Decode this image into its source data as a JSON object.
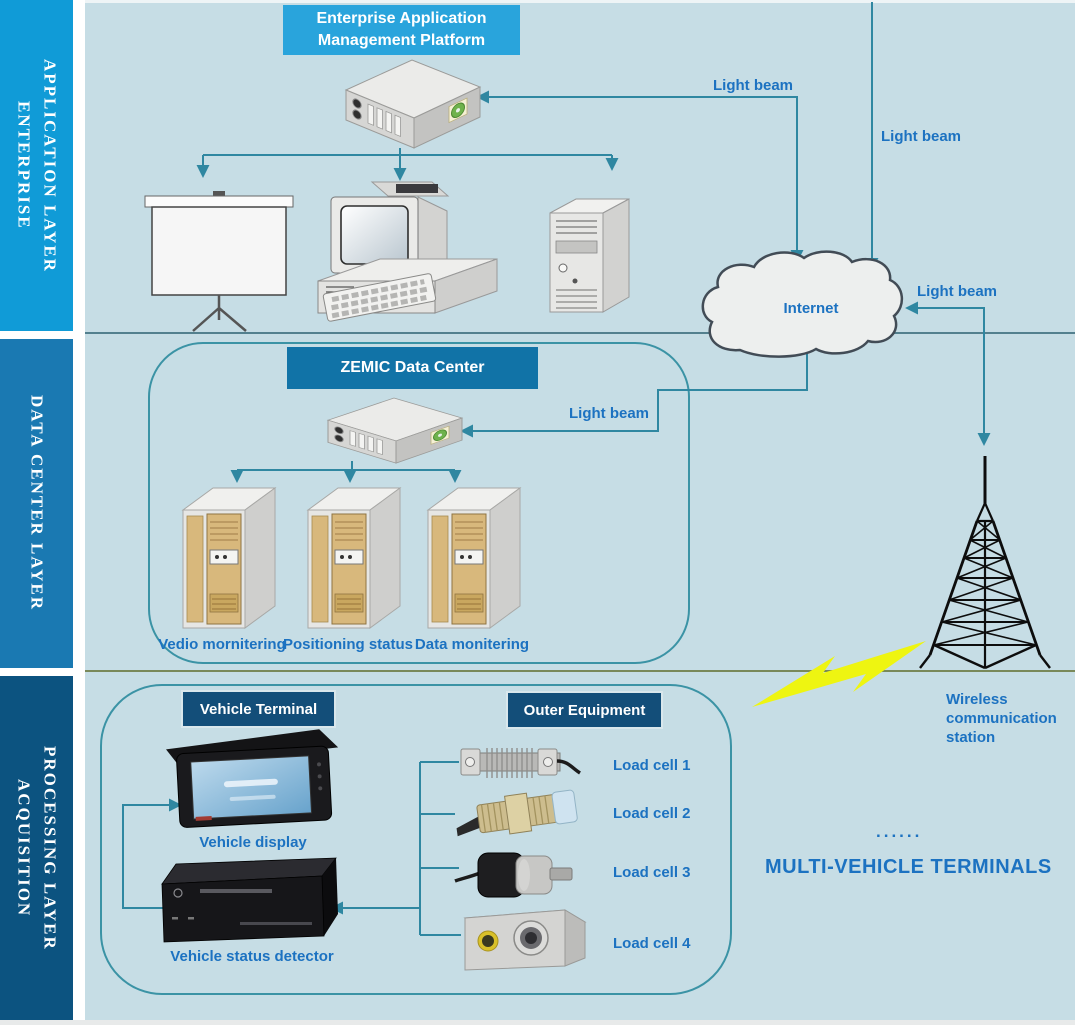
{
  "colors": {
    "content_bg": "#c6dde5",
    "layer1_sidebar": "#109bd7",
    "layer2_sidebar": "#1a79b2",
    "layer3_sidebar": "#0c5380",
    "platform_box": "#29a4dc",
    "zemic_box": "#1173a7",
    "terminal_box": "#134e79",
    "arrow_teal": "#2f87a1",
    "label_blue": "#1c72c1",
    "separator_top": "#53808e",
    "separator_bottom": "#79895a",
    "lightning_yellow": "#eef511"
  },
  "sidebar": {
    "layers": [
      {
        "line1": "ENTERPRISE",
        "line2": "APPLICATION LAYER"
      },
      {
        "line1": "DATA CENTER LAYER",
        "line2": ""
      },
      {
        "line1": "ACQUISITION",
        "line2": "PROCESSING LAYER"
      }
    ]
  },
  "enterprise_layer": {
    "platform_box_line1": "Enterprise Application",
    "platform_box_line2": "Management Platform",
    "light_beam_1": "Light beam",
    "light_beam_2": "Light beam",
    "light_beam_3": "Light beam",
    "internet": "Internet"
  },
  "data_center_layer": {
    "title": "ZEMIC Data Center",
    "light_beam": "Light beam",
    "server_labels": [
      "Vedio mornitering",
      "Positioning status",
      "Data monitering"
    ]
  },
  "acquisition_layer": {
    "vehicle_terminal": "Vehicle Terminal",
    "outer_equipment": "Outer Equipment",
    "vehicle_display": "Vehicle display",
    "vehicle_status_detector": "Vehicle status detector",
    "load_cells": [
      "Load cell 1",
      "Load cell 2",
      "Load cell 3",
      "Load cell 4"
    ],
    "wireless_line1": "Wireless",
    "wireless_line2": "communication",
    "wireless_line3": "station",
    "dots": "......",
    "multi_vehicle": "MULTI-VEHICLE TERMINALS"
  }
}
